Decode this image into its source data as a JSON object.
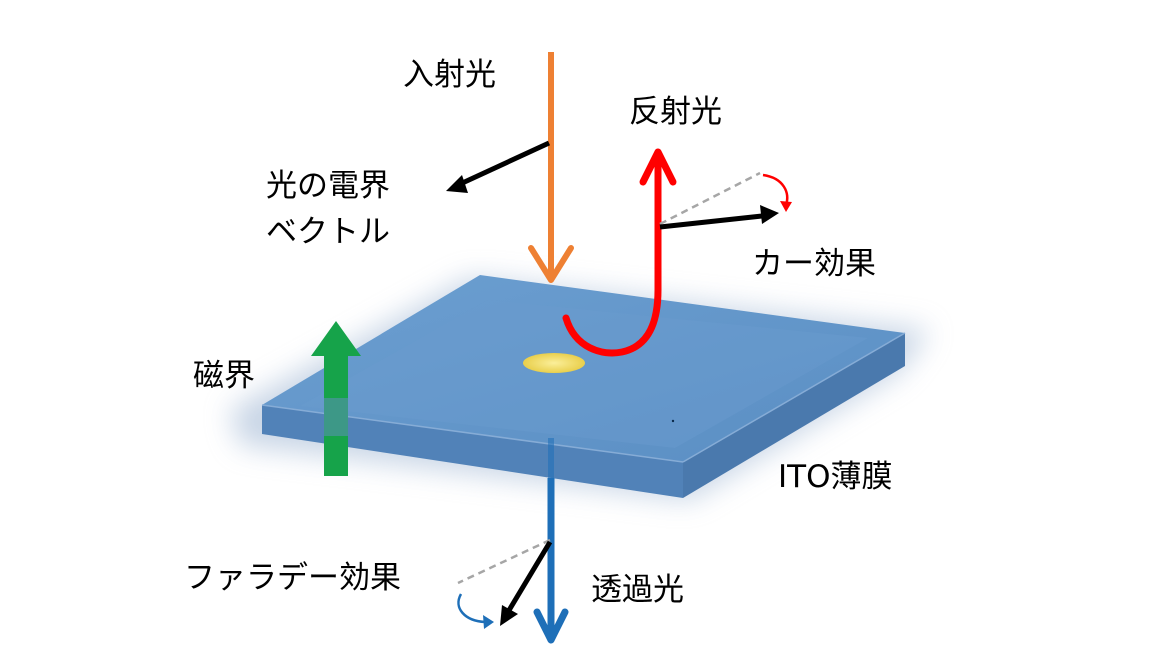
{
  "labels": {
    "incident_light": "入射光",
    "reflected_light": "反射光",
    "e_field_line1": "光の電界",
    "e_field_line2": "ベクトル",
    "kerr_effect": "カー効果",
    "magnetic_field": "磁界",
    "ito_film": "ITO薄膜",
    "faraday_effect": "ファラデー効果",
    "transmitted_light": "透過光"
  },
  "colors": {
    "incident": "#ee8033",
    "reflected": "#ff0000",
    "transmitted": "#1e6fb8",
    "magnetic": "#16a34a",
    "film_top": "#5b90c5",
    "film_front": "#4f84ba",
    "film_side": "#4577aa",
    "spot": "#f2dc5a",
    "vector": "#000000",
    "reference_dash": "#a6a6a6"
  }
}
